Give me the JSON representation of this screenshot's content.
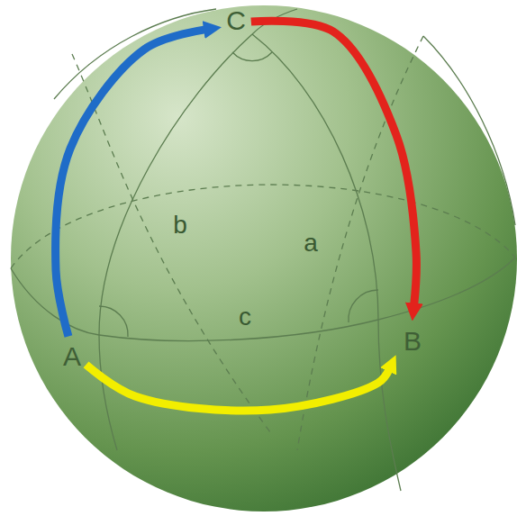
{
  "diagram": {
    "nodes": [
      {
        "text": [
          "C"
        ]
      },
      {
        "text": [
          "A"
        ]
      },
      {
        "text": [
          "B"
        ]
      }
    ],
    "edges": [
      {
        "from": 1,
        "to": 0,
        "arrow": "to"
      },
      {
        "from": 0,
        "to": 2,
        "arrow": "to"
      },
      {
        "from": 1,
        "to": 2,
        "arrow": "to"
      }
    ],
    "labels": [
      "b",
      "a",
      "c"
    ]
  }
}
